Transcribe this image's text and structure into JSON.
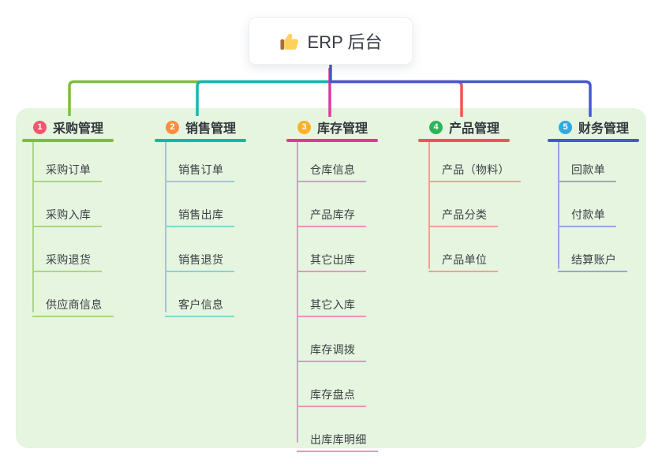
{
  "root": {
    "label": "ERP 后台",
    "icon": "thumbs-up"
  },
  "branches": [
    {
      "number": "1",
      "label": "采购管理",
      "color": "#7DBE3B",
      "child_line_color": "#ABD683",
      "badge_color": "#F2566F",
      "children": [
        "采购订单",
        "采购入库",
        "采购退货",
        "供应商信息"
      ]
    },
    {
      "number": "2",
      "label": "销售管理",
      "color": "#13B5B1",
      "child_line_color": "#85D5D2",
      "badge_color": "#FB8E3F",
      "children": [
        "销售订单",
        "销售出库",
        "销售退货",
        "客户信息"
      ]
    },
    {
      "number": "3",
      "label": "库存管理",
      "color": "#E0399B",
      "child_line_color": "#F090C0",
      "badge_color": "#FFB028",
      "children": [
        "仓库信息",
        "产品库存",
        "其它出库",
        "其它入库",
        "库存调拨",
        "库存盘点",
        "出库库明细"
      ]
    },
    {
      "number": "4",
      "label": "产品管理",
      "color": "#F4534E",
      "child_line_color": "#F99B98",
      "badge_color": "#2EB45B",
      "children": [
        "产品（物料）",
        "产品分类",
        "产品单位"
      ]
    },
    {
      "number": "5",
      "label": "财务管理",
      "color": "#4458CF",
      "child_line_color": "#96A6DB",
      "badge_color": "#30A9E0",
      "children": [
        "回款单",
        "付款单",
        "结算账户"
      ]
    }
  ],
  "colors": {
    "canvas_bg": "#FFFFFF",
    "panel_bg": "#E5F5DF",
    "root_connector": "#4458CF",
    "title_text": "#33373D",
    "child_text": "#3C4045",
    "root_card_bg": "#FFFFFF",
    "thumb_yellow": "#FFD15C",
    "thumb_cuff": "#A3703A"
  }
}
